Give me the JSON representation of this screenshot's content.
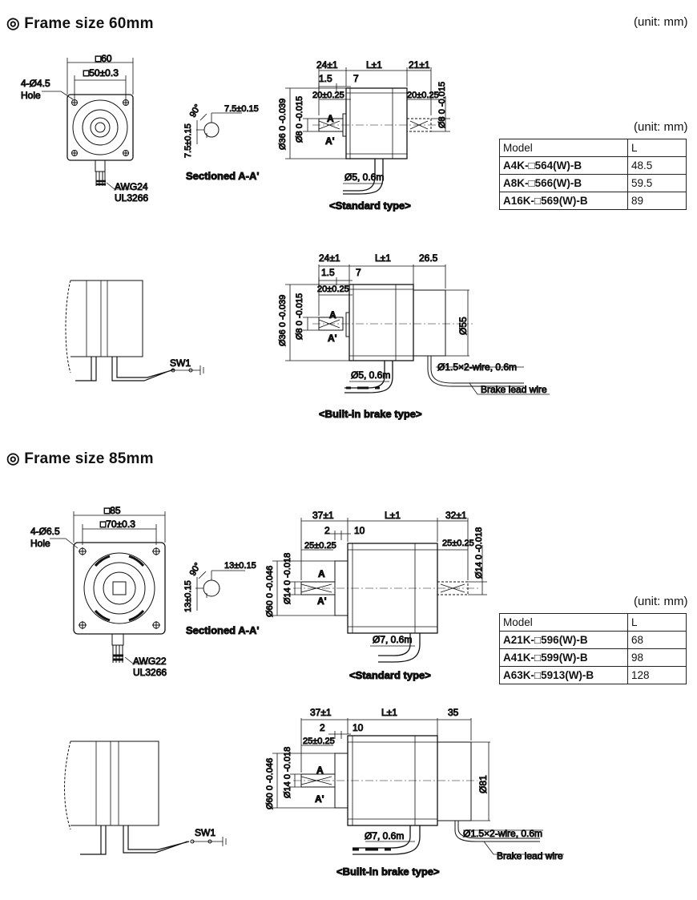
{
  "sections": {
    "s60": {
      "title": "◎ Frame size 60mm",
      "unit": "(unit: mm)",
      "table_unit": "(unit: mm)",
      "table": {
        "headers": [
          "Model",
          "L"
        ],
        "rows": [
          [
            "A4K-□564(W)-B",
            "48.5"
          ],
          [
            "A8K-□566(W)-B",
            "59.5"
          ],
          [
            "A16K-□569(W)-B",
            "89"
          ]
        ]
      },
      "labels": {
        "sq_outer": "□60",
        "sq_inner": "□50±0.3",
        "hole": "4-Ø4.5",
        "hole2": "Hole",
        "awg": "AWG24",
        "ul": "UL3266",
        "sec_angle": "90°",
        "sec_w": "7.5±0.15",
        "sec_h": "7.5±0.15",
        "sectioned": "Sectioned A-A'",
        "std_24": "24±1",
        "std_L": "L±1",
        "std_21": "21±1",
        "std_15": "1.5",
        "std_7": "7",
        "std_20a": "20±0.25",
        "std_20b": "20±0.25",
        "std_d36": "Ø36 0 -0.039",
        "std_d8a": "Ø8 0 -0.015",
        "std_d8b": "Ø8 0 -0.015",
        "std_A": "A",
        "std_A2": "A'",
        "std_cable": "Ø5, 0.6m",
        "std_caption": "<Standard type>",
        "brk_24": "24±1",
        "brk_L": "L±1",
        "brk_265": "26.5",
        "brk_15": "1.5",
        "brk_7": "7",
        "brk_20": "20±0.25",
        "brk_d36": "Ø36 0 -0.039",
        "brk_d8": "Ø8 0 -0.015",
        "brk_d55": "Ø55",
        "brk_A": "A",
        "brk_A2": "A'",
        "brk_cable": "Ø5, 0.6m",
        "brk_wire": "Ø1.5×2-wire, 0.6m",
        "brk_lead": "Brake lead wire",
        "sw": "SW1",
        "brk_caption": "<Built-in brake type>"
      }
    },
    "s85": {
      "title": "◎ Frame size 85mm",
      "table_unit": "(unit: mm)",
      "table": {
        "headers": [
          "Model",
          "L"
        ],
        "rows": [
          [
            "A21K-□596(W)-B",
            "68"
          ],
          [
            "A41K-□599(W)-B",
            "98"
          ],
          [
            "A63K-□5913(W)-B",
            "128"
          ]
        ]
      },
      "labels": {
        "sq_outer": "□85",
        "sq_inner": "□70±0.3",
        "hole": "4-Ø6.5",
        "hole2": "Hole",
        "awg": "AWG22",
        "ul": "UL3266",
        "sec_angle": "90°",
        "sec_w": "13±0.15",
        "sec_h": "13±0.15",
        "sectioned": "Sectioned A-A'",
        "std_37": "37±1",
        "std_L": "L±1",
        "std_32": "32±1",
        "std_2": "2",
        "std_10": "10",
        "std_25a": "25±0.25",
        "std_25b": "25±0.25",
        "std_d60": "Ø60 0 -0.046",
        "std_d14a": "Ø14 0 -0.018",
        "std_d14b": "Ø14 0 -0.018",
        "std_A": "A",
        "std_A2": "A'",
        "std_cable": "Ø7, 0.6m",
        "std_caption": "<Standard type>",
        "brk_37": "37±1",
        "brk_L": "L±1",
        "brk_35": "35",
        "brk_2": "2",
        "brk_10": "10",
        "brk_25": "25±0.25",
        "brk_d60": "Ø60 0 -0.046",
        "brk_d14": "Ø14 0 -0.018",
        "brk_d81": "Ø81",
        "brk_A": "A",
        "brk_A2": "A'",
        "brk_cable": "Ø7, 0.6m",
        "brk_wire": "Ø1.5×2-wire, 0.6m",
        "brk_lead": "Brake lead wire",
        "sw": "SW1",
        "brk_caption": "<Built-in brake type>"
      }
    }
  }
}
